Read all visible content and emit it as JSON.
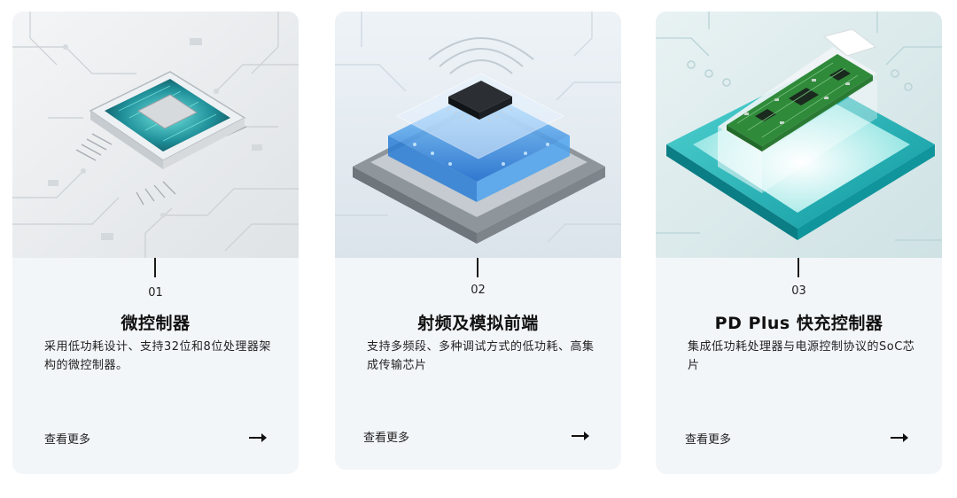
{
  "cards": [
    {
      "number": "01",
      "title": "微控制器",
      "description": "采用低功耗设计、支持32位和8位处理器架构的微控制器。",
      "more_label": "查看更多"
    },
    {
      "number": "02",
      "title": "射频及模拟前端",
      "description": "支持多频段、多种调试方式的低功耗、高集成传输芯片",
      "more_label": "查看更多"
    },
    {
      "number": "03",
      "title": "PD Plus 快充控制器",
      "description": "集成低功耗处理器与电源控制协议的SoC芯片",
      "more_label": "查看更多"
    }
  ],
  "icons": {
    "arrow": "arrow-right-icon"
  },
  "colors": {
    "card_bg": "#f3f6f9",
    "accent_teal": "#19b4b8",
    "chip_blue": "#2e7fdc",
    "pcb_green": "#2f8a3a"
  }
}
